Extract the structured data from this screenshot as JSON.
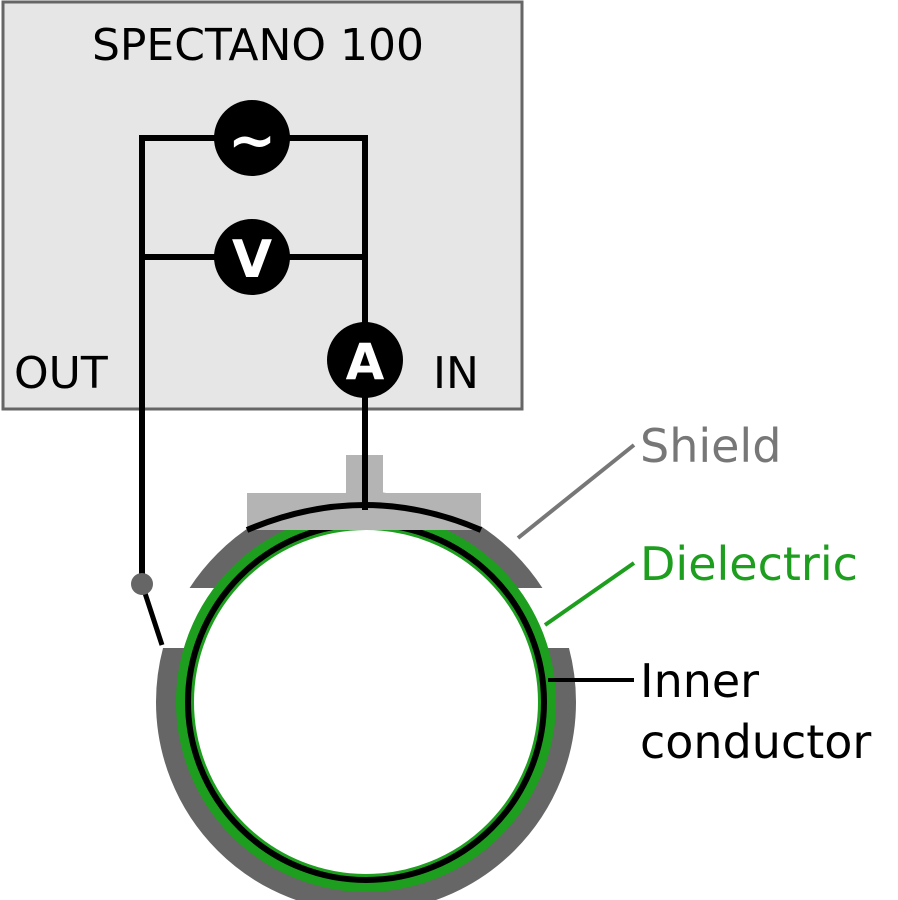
{
  "device": {
    "title": "SPECTANO 100",
    "out_label": "OUT",
    "in_label": "IN"
  },
  "symbols": {
    "source": "~",
    "voltmeter": "V",
    "ammeter": "A"
  },
  "cable_labels": {
    "shield": "Shield",
    "dielectric": "Dielectric",
    "inner_line1": "Inner",
    "inner_line2": "conductor"
  },
  "colors": {
    "device_bg": "#e6e6e6",
    "shield": "#666666",
    "shield_label": "#777777",
    "guard": "#b4b4b4",
    "dielectric": "#1e9e1e",
    "wire": "#000000"
  }
}
